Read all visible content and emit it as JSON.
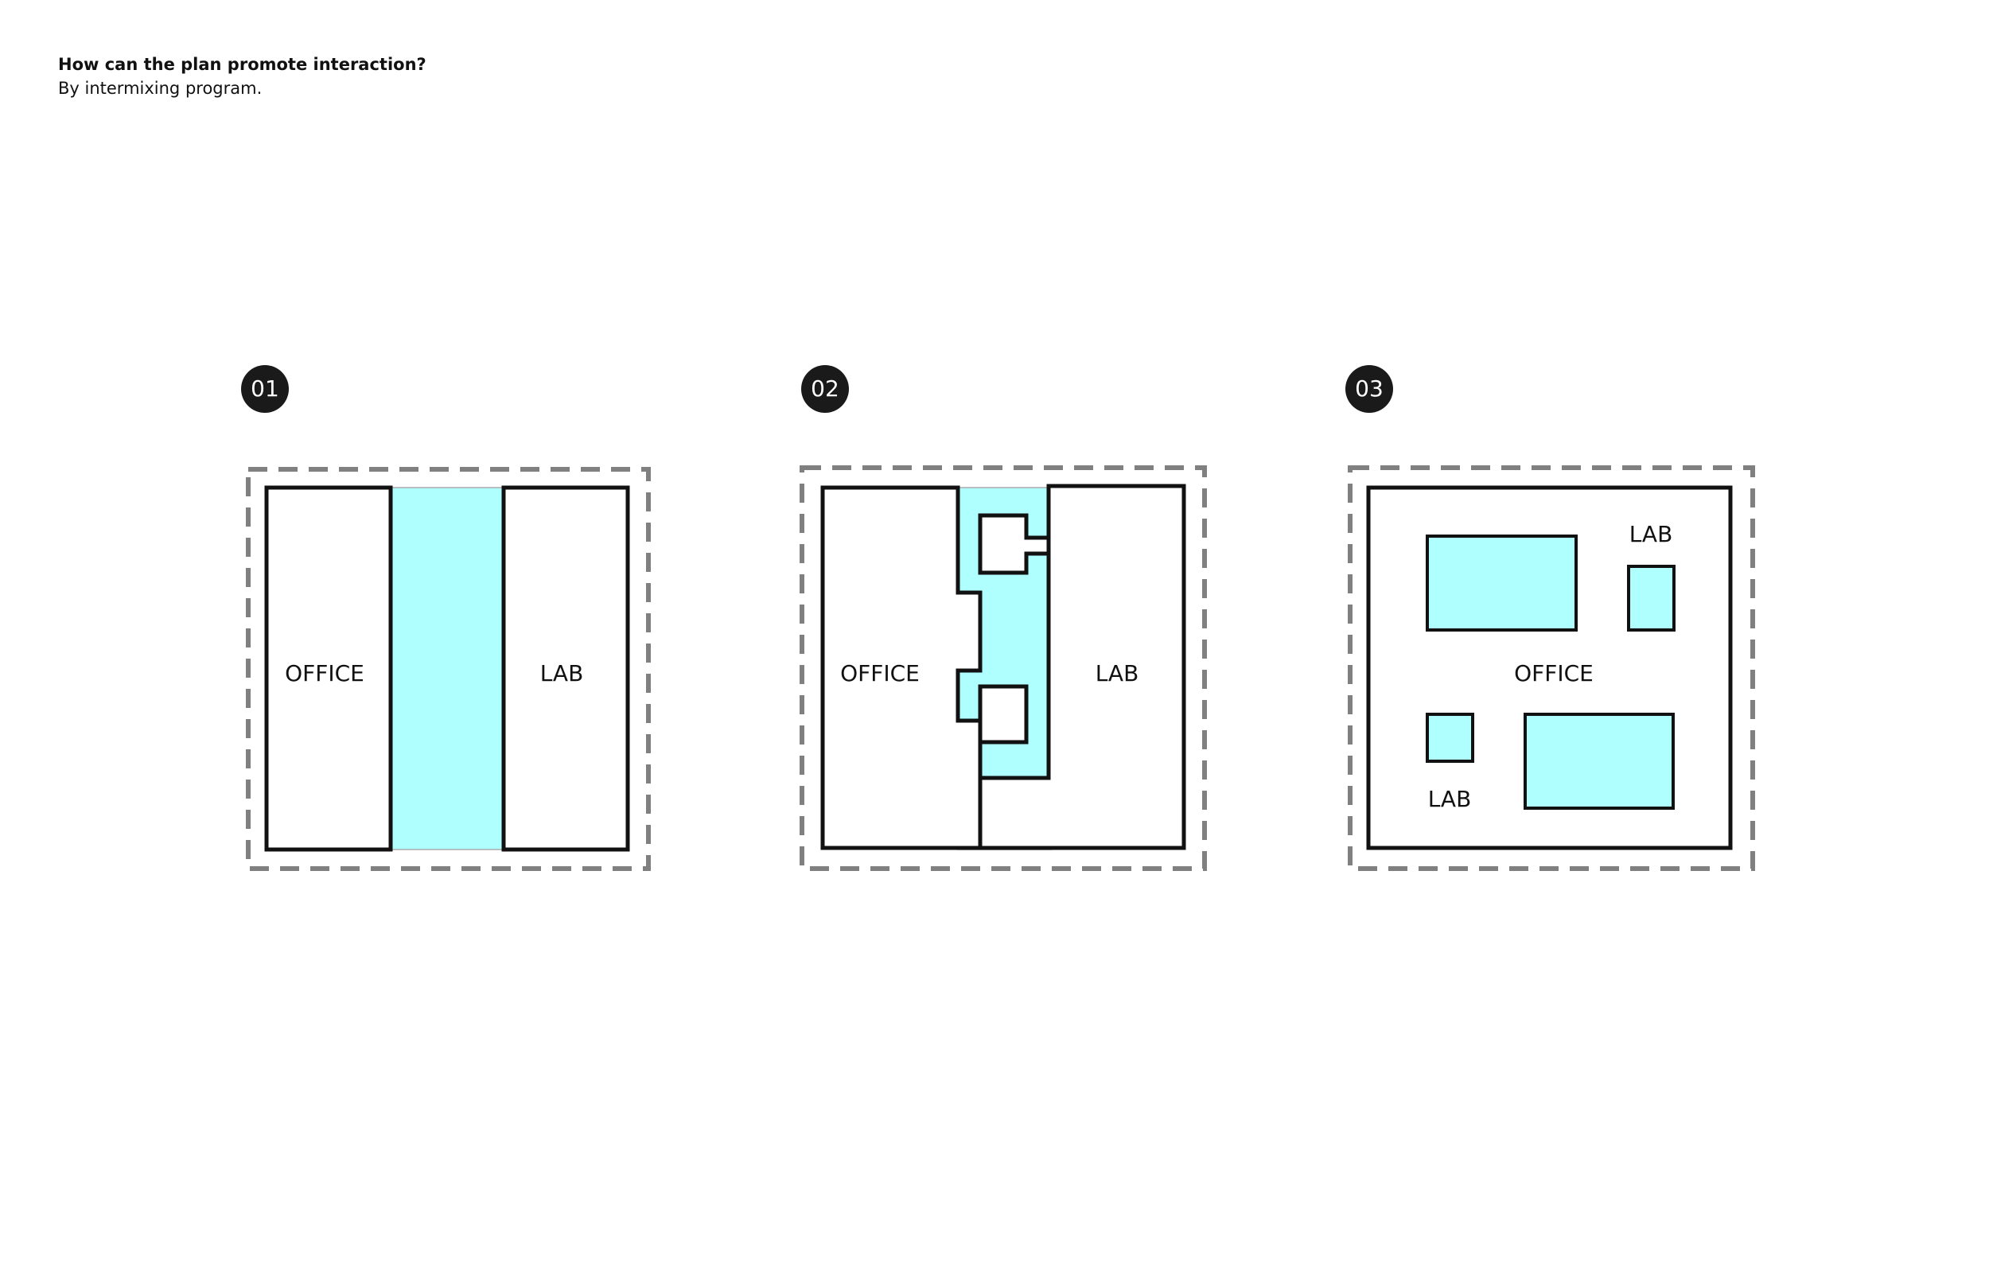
{
  "header": {
    "title": "How can the plan promote interaction?",
    "subtitle": "By intermixing program."
  },
  "colors": {
    "shared_space": "#b0ffff",
    "outline": "#111111",
    "dashed_boundary": "#808080",
    "badge_fill": "#1a1a1a",
    "badge_text": "#ffffff"
  },
  "diagrams": [
    {
      "number": "01",
      "labels": {
        "office": "OFFICE",
        "lab": "LAB"
      }
    },
    {
      "number": "02",
      "labels": {
        "office": "OFFICE",
        "lab": "LAB"
      }
    },
    {
      "number": "03",
      "labels": {
        "office": "OFFICE",
        "lab_top": "LAB",
        "lab_bottom": "LAB"
      }
    }
  ]
}
